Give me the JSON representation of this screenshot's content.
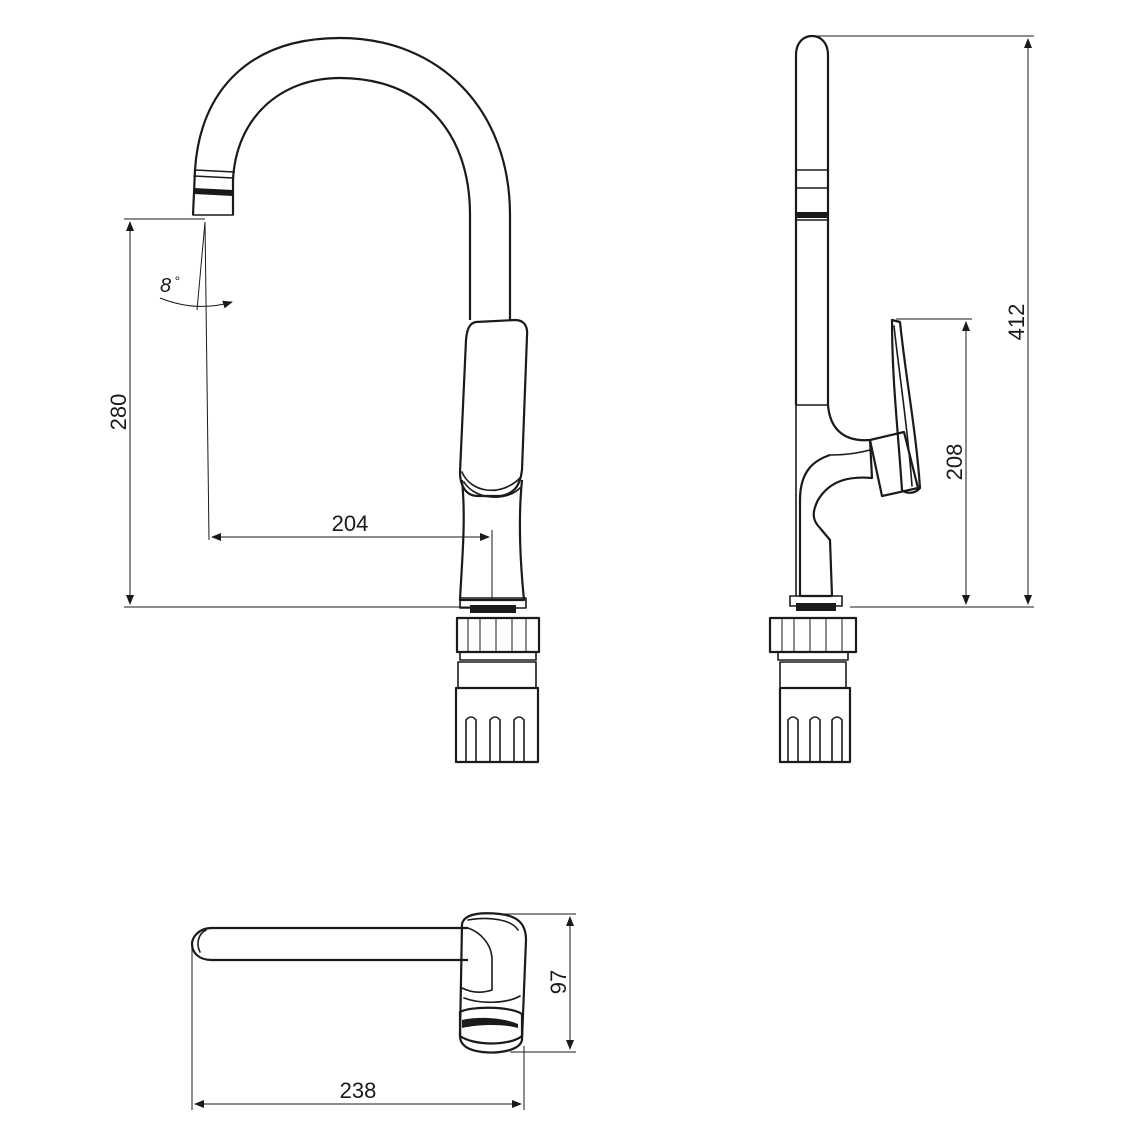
{
  "dimensions": {
    "spout_height": "280",
    "spout_reach": "204",
    "total_height": "412",
    "lever_height": "208",
    "depth": "97",
    "length": "238"
  },
  "angle": {
    "value": "8",
    "unit": "°"
  },
  "views": [
    "front-view",
    "side-view",
    "top-view"
  ]
}
